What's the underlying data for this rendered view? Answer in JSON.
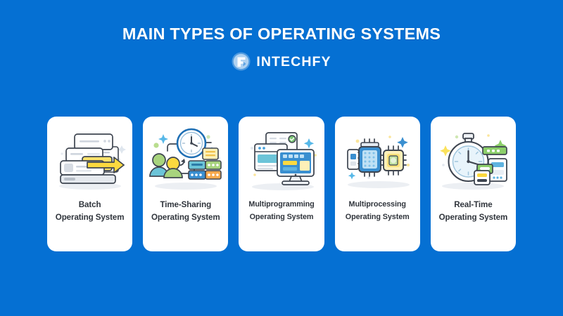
{
  "page": {
    "background_color": "#0570d3",
    "card_background_color": "#ffffff",
    "text_color": "#30353c"
  },
  "header": {
    "title": "MAIN TYPES OF OPERATING SYSTEMS",
    "brand_name": "INTECHFY",
    "brand_icon": "intechfy-circle-f-logo-icon"
  },
  "cards": [
    {
      "title": "Batch",
      "subtitle": "Operating System",
      "icon": "stacked-documents-with-yellow-arrow-icon"
    },
    {
      "title": "Time-Sharing",
      "subtitle": "Operating System",
      "icon": "clock-users-servers-icon"
    },
    {
      "title": "Multiprogramming",
      "subtitle": "Operating System",
      "icon": "monitor-multiple-windows-icon"
    },
    {
      "title": "Multiprocessing",
      "subtitle": "Operating System",
      "icon": "dual-cpu-chips-icon"
    },
    {
      "title": "Real-Time",
      "subtitle": "Operating System",
      "icon": "stopwatch-servers-icon"
    }
  ]
}
